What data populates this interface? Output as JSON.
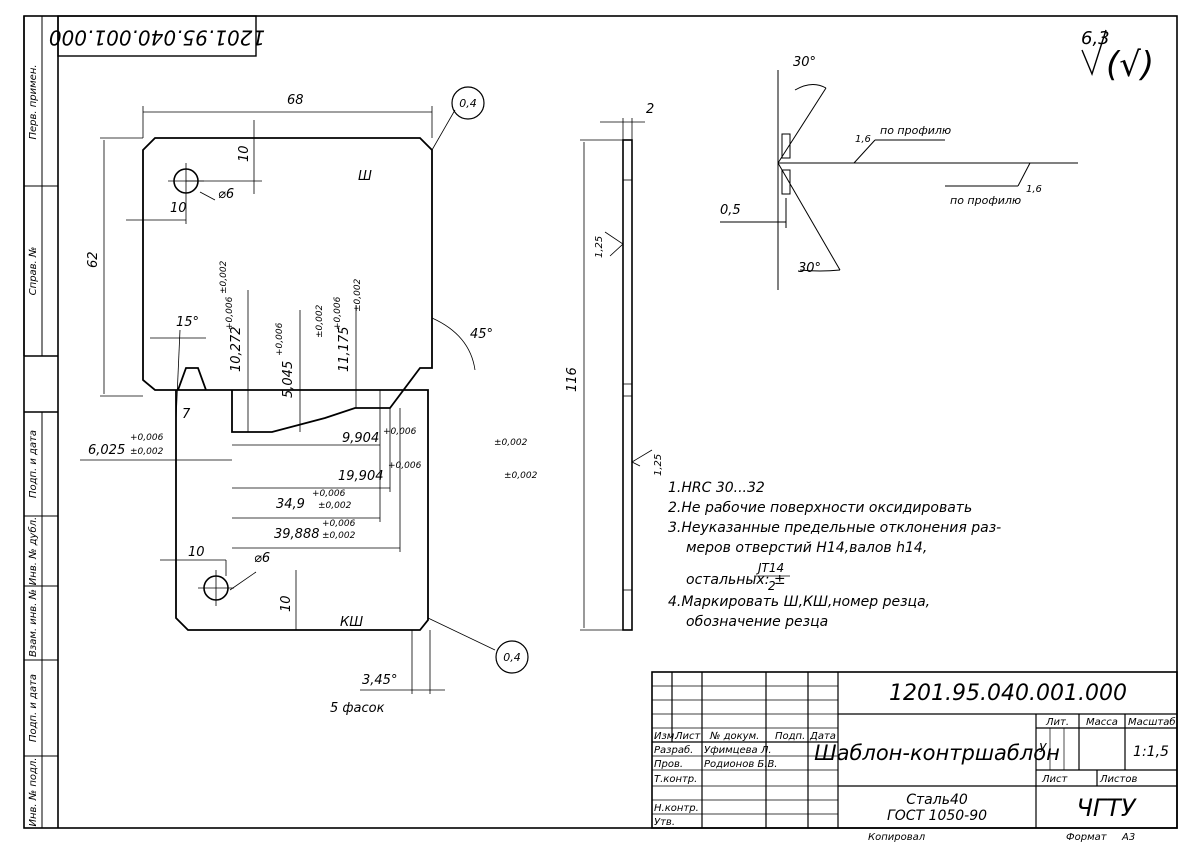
{
  "sidebar": {
    "perv_primen": "Перв. примен.",
    "sprav_no": "Справ. №",
    "podp_data_1": "Подп. и дата",
    "inv_dubl": "Инв. № дубл.",
    "vzam_inv": "Взам. инв. №",
    "podp_data_2": "Подп. и дата",
    "inv_podl": "Инв. № подл."
  },
  "doc_code_top": "1201.95.040.001.000",
  "roughness": {
    "value": "6,3",
    "general": "(√)"
  },
  "drawing": {
    "dim_width": "68",
    "dim_height_upper": "62",
    "dim_10_a": "10",
    "dim_10_b": "10",
    "dim_d6_a": "⌀6",
    "label_sh": "Ш",
    "label_ksh": "КШ",
    "dim_10_272": "10,272",
    "tol_10_272_up": "+0,006",
    "tol_10_272_lo": "±0,002",
    "dim_5_045": "5,045",
    "tol_5_045_up": "+0,006",
    "tol_5_045_lo": "±0,002",
    "dim_11_175": "11,175",
    "tol_11_175_up": "+0,006",
    "tol_11_175_lo": "±0,002",
    "angle_left": "15°",
    "angle_right": "45°",
    "dim_7": "7",
    "dim_6_025": "6,025",
    "tol_6_025_up": "+0,006",
    "tol_6_025_lo": "±0,002",
    "dim_9_904": "9,904",
    "tol_9_904_up": "+0,006",
    "tol_9_904_lo": "±0,002",
    "dim_19_904": "19,904",
    "tol_19_904_up": "+0,006",
    "tol_19_904_lo": "±0,002",
    "dim_34_9": "34,9",
    "tol_34_9_up": "+0,006",
    "tol_34_9_lo": "±0,002",
    "dim_39_888": "39,888",
    "tol_39_888_up": "+0,006",
    "tol_39_888_lo": "±0,002",
    "dim_10_c": "10",
    "dim_10_d": "10",
    "dim_d6_b": "⌀6",
    "angle_chamfer": "3,45°",
    "chamfer_note": "5 фасок",
    "callout_top": "0,4",
    "callout_bottom": "0,4"
  },
  "side_view": {
    "dim_thickness": "2",
    "dim_length": "116",
    "rough_a": "1,25",
    "rough_b": "1,25"
  },
  "detail": {
    "angle_top": "30°",
    "angle_bottom": "30°",
    "dim_05": "0,5",
    "profile_1": "по профилю",
    "profile_2": "по профилю",
    "rough_1": "1,6",
    "rough_2": "1,6"
  },
  "notes": [
    "1.HRC 30...32",
    "2.Не рабочие поверхности оксидировать",
    "3.Неуказанные предельные отклонения раз-",
    "меров отверстий H14,валов h14,",
    "остальных: ±",
    "4.Маркировать Ш,КШ,номер резца,",
    "обозначение резца"
  ],
  "notes_fraction": "JT14",
  "notes_fraction_den": "2",
  "title_block": {
    "doc_code": "1201.95.040.001.000",
    "name": "Шаблон-контршаблон",
    "material_1": "Сталь40",
    "material_2": "ГОСТ 1050-90",
    "org": "ЧГТУ",
    "col_izm": "Изм.",
    "col_list": "Лист",
    "col_doc": "№ докум.",
    "col_podp": "Подп.",
    "col_data": "Дата",
    "row_razrab": "Разраб.",
    "row_prov": "Пров.",
    "row_tkontr": "Т.контр.",
    "row_nkontr": "Н.контр.",
    "row_utv": "Утв.",
    "razrab_name": "Уфимцева Л.",
    "prov_name": "Родионов Б.В.",
    "h_lit": "Лит.",
    "h_massa": "Масса",
    "h_masshtab": "Масштаб",
    "scale": "1:1,5",
    "lit_value": "У",
    "h_list": "Лист",
    "h_listov": "Листов",
    "copied": "Копировал",
    "format_label": "Формат",
    "format_value": "А3"
  }
}
